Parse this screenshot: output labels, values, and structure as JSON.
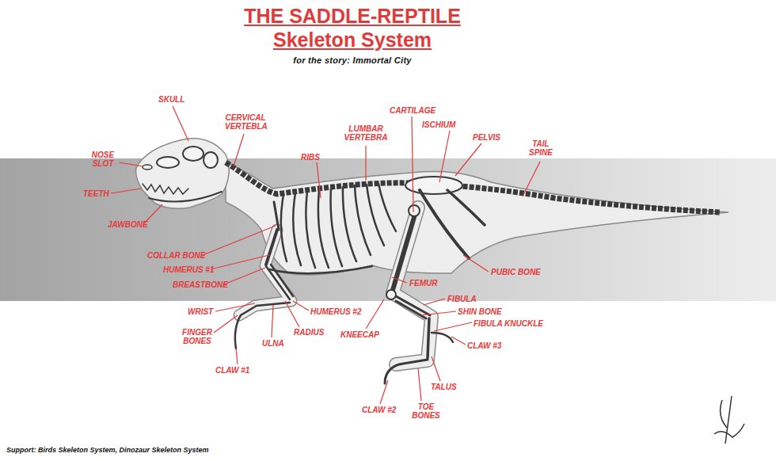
{
  "diagram": {
    "title": "THE SADDLE-REPTILE",
    "caption": "Support:  Birds Skeleton System, Dinozaur Skeleton System",
    "labels": [
      "Skeleton System",
      "for the story: Immortal City",
      "SKULL",
      "CERVICAL VERTEBLA",
      "NOSE SLOT",
      "TEETH",
      "JAWBONE",
      "RIBS",
      "LUMBAR VERTEBRA",
      "CARTILAGE",
      "ISCHIUM",
      "PELVIS",
      "TAIL SPINE",
      "COLLAR BONE",
      "HUMERUS #1",
      "BREASTBONE",
      "WRIST",
      "FINGER BONES",
      "ULNA",
      "RADIUS",
      "HUMERUS #2",
      "CLAW #1",
      "FEMUR",
      "PUBIC BONE",
      "FIBULA",
      "SHIN BONE",
      "FIBULA KNUCKLE",
      "KNEECAP",
      "CLAW #3",
      "TALUS",
      "CLAW #2",
      "TOE BONES"
    ]
  }
}
